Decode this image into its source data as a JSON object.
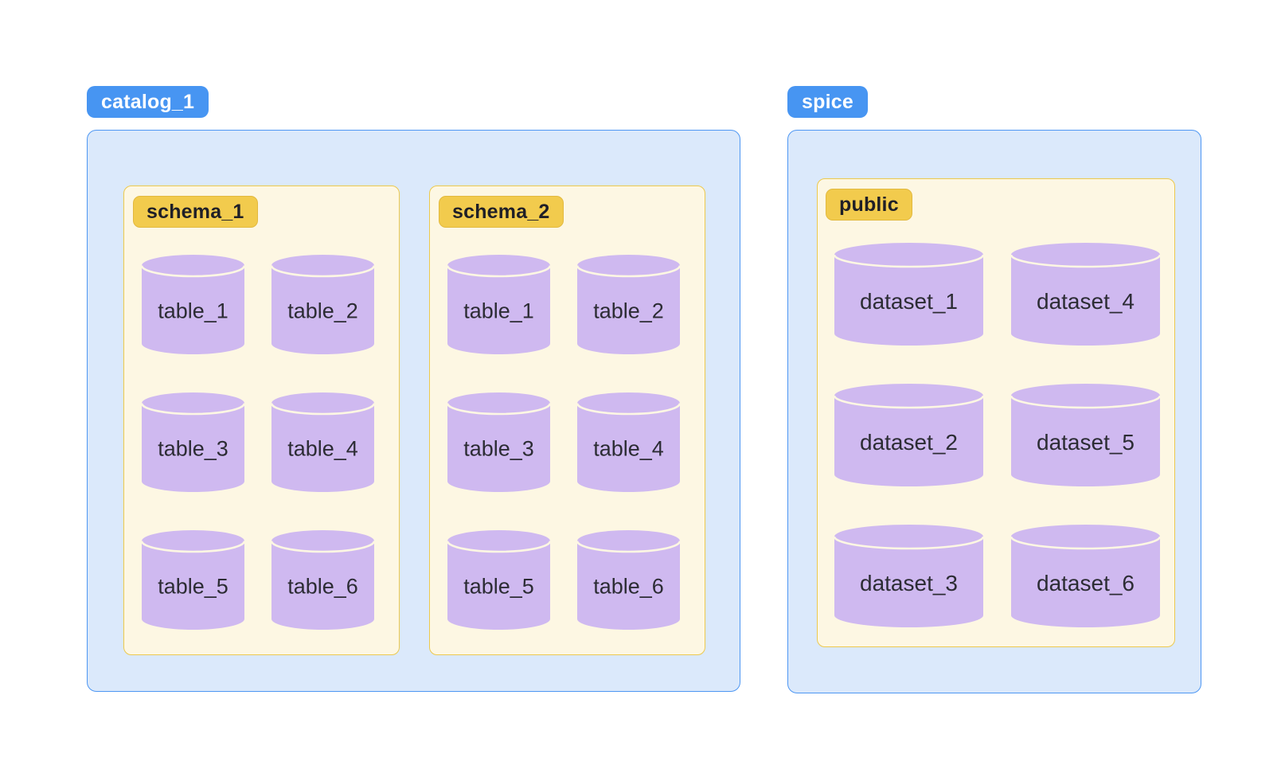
{
  "diagram": {
    "groups": [
      {
        "badge": "catalog_1",
        "containers": [
          {
            "badge": "schema_1",
            "items": [
              "table_1",
              "table_2",
              "table_3",
              "table_4",
              "table_5",
              "table_6"
            ]
          },
          {
            "badge": "schema_2",
            "items": [
              "table_1",
              "table_2",
              "table_3",
              "table_4",
              "table_5",
              "table_6"
            ]
          }
        ]
      },
      {
        "badge": "spice",
        "containers": [
          {
            "badge": "public",
            "items": [
              "dataset_1",
              "dataset_4",
              "dataset_2",
              "dataset_5",
              "dataset_3",
              "dataset_6"
            ]
          }
        ]
      }
    ],
    "colors": {
      "group_badge_bg": "#4795F2",
      "group_badge_text": "#FFFFFF",
      "group_bg": "#DBE9FB",
      "group_border": "#4E97F3",
      "schema_badge_bg": "#F2CB4D",
      "schema_badge_border": "#E2B93F",
      "schema_badge_text": "#1F1F27",
      "schema_bg": "#FDF7E3",
      "schema_border": "#ECC94D",
      "cylinder_fill": "#CFB9F0",
      "label_text": "#2C2C34"
    }
  }
}
